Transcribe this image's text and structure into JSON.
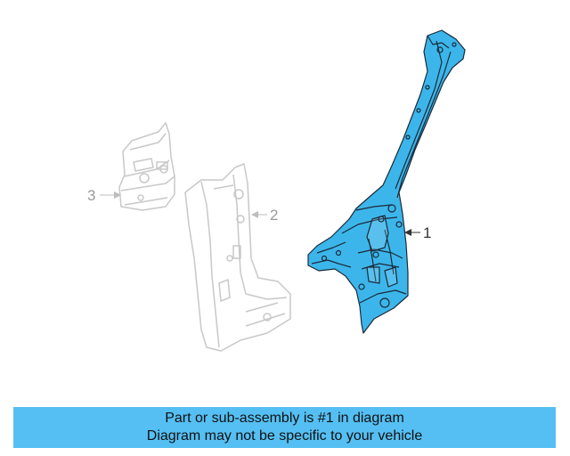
{
  "colors": {
    "highlight": "#3cb6ea",
    "outline": "#1a2a3a",
    "ghost": "#c8c8c8",
    "banner": "#55bff3",
    "callout_text": "#555555"
  },
  "callouts": {
    "part1": "1",
    "part2": "2",
    "part3": "3"
  },
  "banner": {
    "line1": "Part or sub-assembly is #1 in diagram",
    "line2": "Diagram may not be specific to your vehicle"
  }
}
